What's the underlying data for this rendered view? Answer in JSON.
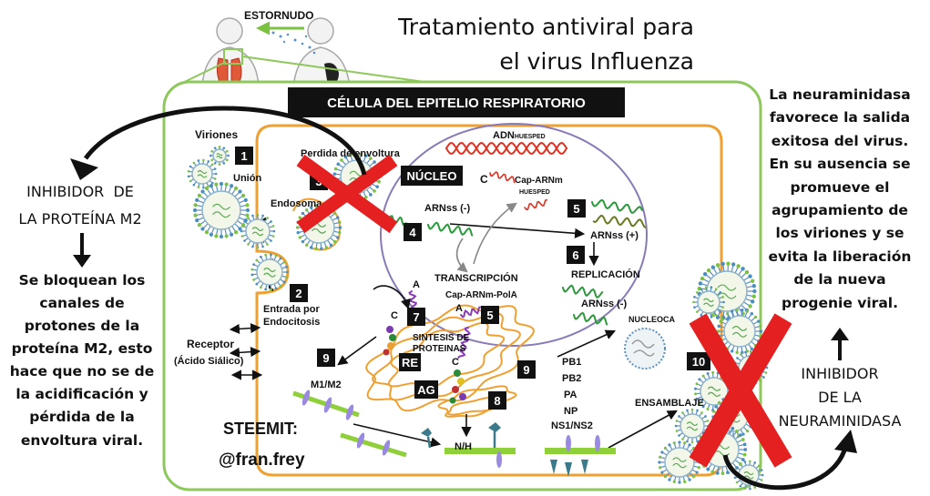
{
  "header": {
    "sneeze_label": "ESTORNUDO",
    "title": [
      "Tratamiento antiviral para",
      "el virus Influenza"
    ]
  },
  "banner": {
    "label": "CÉLULA DEL EPITELIO RESPIRATORIO"
  },
  "m2_inhibitor": {
    "heading": [
      "INHIBIDOR  DE",
      "LA PROTEÍNA M2"
    ],
    "description": [
      "Se bloquean los",
      "canales de",
      "protones de la",
      "proteína M2, esto",
      "hace que no se de",
      "la acidificación y",
      "pérdida de la",
      "envoltura viral."
    ]
  },
  "neuraminidase_inhibitor": {
    "description": [
      "La neuraminidasa",
      "favorece la salida",
      "exitosa del virus.",
      "En su ausencia se",
      "promueve el",
      "agrupamiento de",
      "los viriones y se",
      "evita la liberación",
      "de la nueva",
      "progenie viral."
    ],
    "heading": [
      "INHIBIDOR",
      "DE LA",
      "NEURAMINIDASA"
    ]
  },
  "cell": {
    "virions": "Viriones",
    "binding": "Unión",
    "uncoating": "Perdida de envoltura",
    "endosome": "Endosoma",
    "nucleus": "NÚCLEO",
    "host_dna": "ADN",
    "host_dna_sub": "HUESPED",
    "host_mrna": "Cap-ARNm",
    "host_mrna_sub": "HUESPED",
    "neg_rna": "ARNss (-)",
    "pos_rna": "ARNss (+)",
    "replication": "REPLICACIÓN",
    "transcription": "TRANSCRIPCIÓN",
    "capped_mrna": "Cap-ARNm-PolA",
    "neg_rna_copy": "ARNss (-)",
    "nucleocapsid": "NUCLEOCA",
    "endocytosis": [
      "Entrada por",
      "Endocitosis"
    ],
    "receptor": [
      "Receptor",
      "(Ácido Siálico)"
    ],
    "m1_m2": "M1/M2",
    "protein_synthesis": [
      "SINTESIS DE",
      "PROTEINAS"
    ],
    "er": "RE",
    "golgi": "AG",
    "proteins": [
      "PB1",
      "PB2",
      "PA",
      "NP",
      "NS1/NS2"
    ],
    "assembly": "ENSAMBLAJE",
    "n_h": "N/H",
    "rna_end_a": "A",
    "rna_end_c": "C"
  },
  "steps": [
    "1",
    "2",
    "3",
    "4",
    "5",
    "6",
    "7",
    "8",
    "9",
    "10"
  ],
  "watermark": [
    "STEEMIT:",
    "@fran.frey"
  ],
  "colors": {
    "outer_border": "#8dc85a",
    "membrane": "#f0a030",
    "nucleus": "#8a7ab8",
    "inhibition_x": "#e42020",
    "banner_bg": "#111111",
    "rna_green": "#2a9a3a",
    "host_rna_red": "#e03020",
    "mrna_purple": "#8a3ab8"
  }
}
